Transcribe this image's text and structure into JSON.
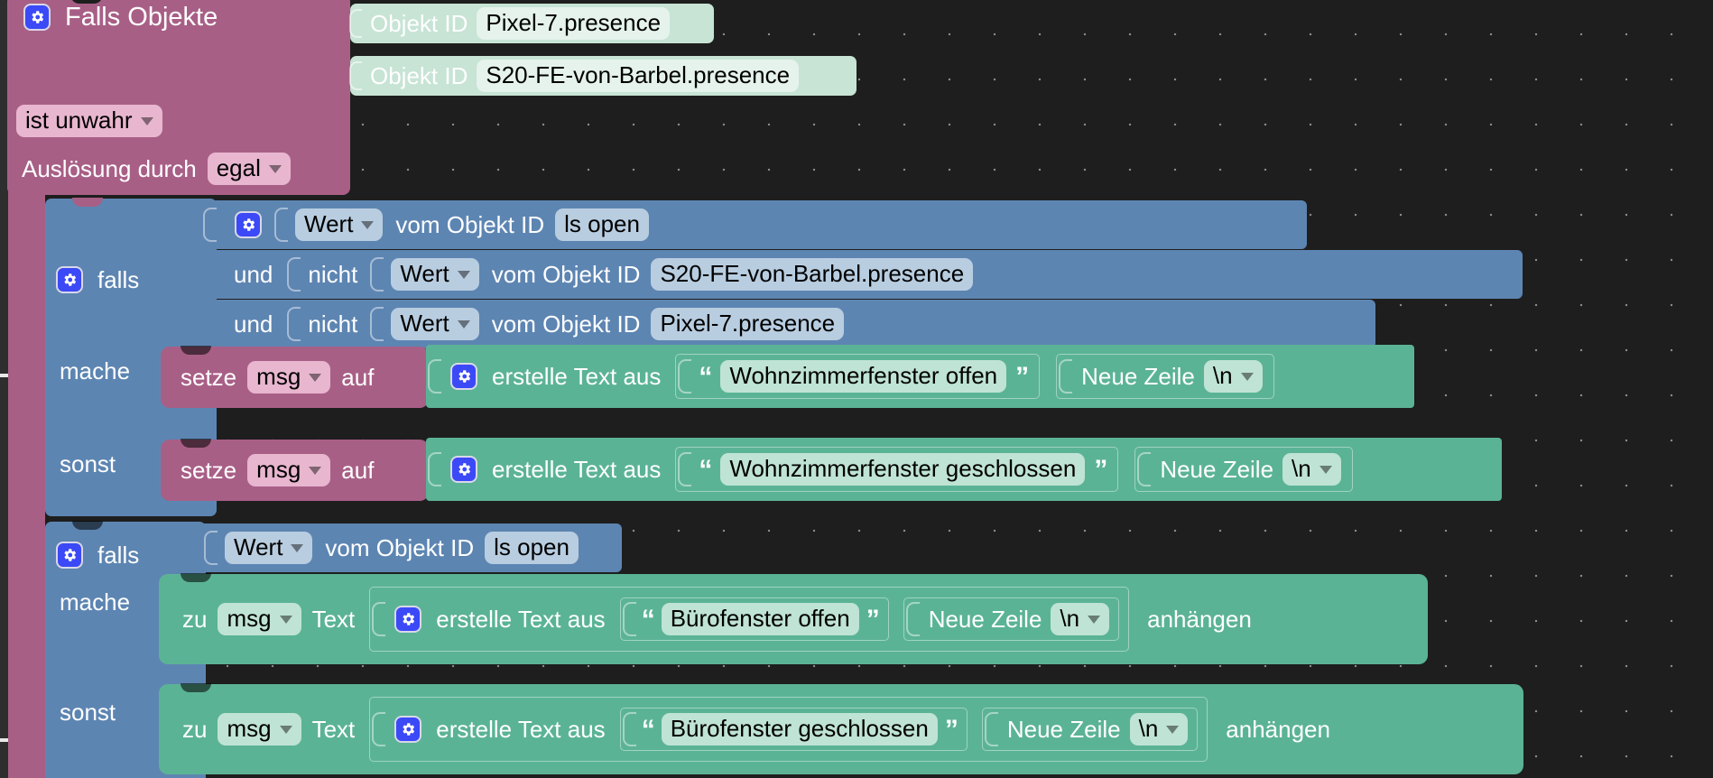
{
  "app": {
    "type": "blockly-workspace",
    "background_color": "#1e1e1e",
    "grid_dot_color": "#8a8a8a"
  },
  "colors": {
    "trigger_purple": "#a85f86",
    "trigger_field": "#e8b6cf",
    "object_mint": "#c7e4d5",
    "object_field": "#e5f3ec",
    "logic_blue": "#5d85b2",
    "logic_field": "#b8cde0",
    "text_green": "#5bb396",
    "text_field": "#bfe3d4",
    "gear_blue": "#3b49f7"
  },
  "trigger_block": {
    "gear_icon": "gear-icon",
    "title": "Falls Objekte",
    "object_ids": [
      {
        "label": "Objekt ID",
        "value": "Pixel-7.presence"
      },
      {
        "label": "Objekt ID",
        "value": "S20-FE-von-Barbel.presence"
      }
    ],
    "condition_dropdown": "ist unwahr",
    "trigger_label": "Auslösung durch",
    "trigger_dropdown": "egal"
  },
  "if_block_1": {
    "gear_icon": "gear-icon",
    "if_label": "falls",
    "do_label": "mache",
    "else_label": "sonst",
    "conditions": [
      {
        "join": "",
        "negate": "",
        "gear_icon": "gear-icon",
        "attribute": "Wert",
        "of_label": "vom Objekt ID",
        "object_id": "ls open"
      },
      {
        "join": "und",
        "negate": "nicht",
        "attribute": "Wert",
        "of_label": "vom Objekt ID",
        "object_id": "S20-FE-von-Barbel.presence"
      },
      {
        "join": "und",
        "negate": "nicht",
        "attribute": "Wert",
        "of_label": "vom Objekt ID",
        "object_id": "Pixel-7.presence"
      }
    ],
    "do_statement": {
      "set_label": "setze",
      "variable": "msg",
      "to_label": "auf",
      "gear_icon": "gear-icon",
      "create_text_label": "erstelle Text aus",
      "text_value": "Wohnzimmerfenster offen",
      "newline_label": "Neue Zeile",
      "newline_value": "\\n"
    },
    "else_statement": {
      "set_label": "setze",
      "variable": "msg",
      "to_label": "auf",
      "gear_icon": "gear-icon",
      "create_text_label": "erstelle Text aus",
      "text_value": "Wohnzimmerfenster geschlossen",
      "newline_label": "Neue Zeile",
      "newline_value": "\\n"
    }
  },
  "if_block_2": {
    "gear_icon": "gear-icon",
    "if_label": "falls",
    "do_label": "mache",
    "else_label": "sonst",
    "condition": {
      "attribute": "Wert",
      "of_label": "vom Objekt ID",
      "object_id": "ls open"
    },
    "do_statement": {
      "to_label": "zu",
      "variable": "msg",
      "text_label": "Text",
      "gear_icon": "gear-icon",
      "create_text_label": "erstelle Text aus",
      "text_value": "Bürofenster offen",
      "newline_label": "Neue Zeile",
      "newline_value": "\\n",
      "append_label": "anhängen"
    },
    "else_statement": {
      "to_label": "zu",
      "variable": "msg",
      "text_label": "Text",
      "gear_icon": "gear-icon",
      "create_text_label": "erstelle Text aus",
      "text_value": "Bürofenster geschlossen",
      "newline_label": "Neue Zeile",
      "newline_value": "\\n",
      "append_label": "anhängen"
    }
  }
}
